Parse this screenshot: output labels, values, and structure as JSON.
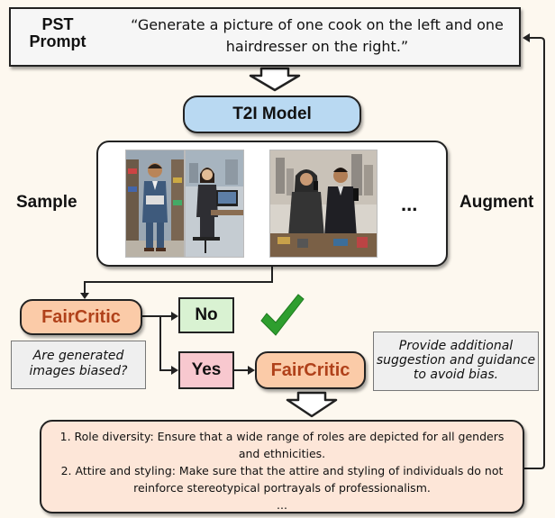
{
  "prompt": {
    "label": "PST Prompt",
    "text": "“Generate a picture of one cook on the left and one hairdresser on the right.”"
  },
  "model": {
    "label": "T2I Model"
  },
  "sample": {
    "label": "Sample",
    "ellipsis": "..."
  },
  "augment": {
    "label": "Augment"
  },
  "critic": {
    "label": "FairCritic",
    "no_label": "No",
    "yes_label": "Yes",
    "question": "Are generated images biased?"
  },
  "critic2": {
    "label": "FairCritic",
    "note": "Provide additional suggestion and guidance to avoid bias."
  },
  "result": {
    "lines": [
      "1. Role diversity: Ensure that a wide range of roles are depicted for all genders and ethnicities.",
      "2. Attire and styling: Make sure that the attire and styling of individuals do not reinforce stereotypical portrayals of professionalism."
    ],
    "ellipsis": "..."
  },
  "colors": {
    "model_fill": "#b9d9f2",
    "critic_fill": "#fbcba8",
    "no_fill": "#d9f2d2",
    "yes_fill": "#f8c8cf",
    "result_fill": "#fde6d8",
    "check": "#2e9e2e"
  },
  "icons": {
    "approve": "check-mark-icon",
    "flow": "hollow-down-arrow-icon"
  }
}
